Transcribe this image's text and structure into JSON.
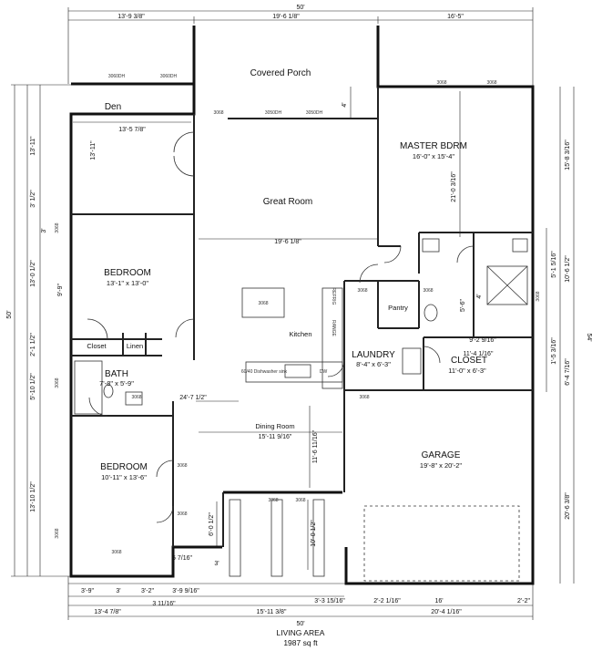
{
  "rooms": {
    "covered_porch": "Covered Porch",
    "den": "Den",
    "great_room": "Great Room",
    "master": "MASTER BDRM",
    "master_size": "16'-0\" x 15'-4\"",
    "bedroom1": "BEDROOM",
    "bedroom1_size": "13'-1\" x 13'-0\"",
    "kitchen": "Kitchen",
    "pantry": "Pantry",
    "laundry": "LAUNDRY",
    "laundry_size": "8'-4\" x 6'-3\"",
    "closet_big": "CLOSET",
    "closet_big_size": "11'-0\" x 6'-3\"",
    "closet_small": "Closet",
    "linen": "Linen",
    "bath": "BATH",
    "bath_size": "7'-8\" x 5'-9\"",
    "dining": "Dining Room",
    "garage": "GARAGE",
    "garage_size": "19'-8\" x 20'-2\"",
    "bedroom2": "BEDROOM",
    "bedroom2_size": "10'-11\" x 13'-6\""
  },
  "dims": {
    "overall_top": "50'",
    "top_a": "13'-9 3/8\"",
    "top_b": "19'-6 1/8\"",
    "top_c": "16'-5\"",
    "den_w": "13'-5 7/8\"",
    "den_h": "13'-11\"",
    "porch_d": "4'",
    "great_w": "19'-6 1/8\"",
    "master_d": "21'-0 3/16\"",
    "right_1": "15'-8 3/16\"",
    "right_2": "10'-6 1/2\"",
    "right_3": "5'-1 5/16\"",
    "right_4": "1'-5 3/16\"",
    "right_5": "6'-4 7/16\"",
    "right_6": "20'-6 3/8\"",
    "right_total": "54'",
    "left_1": "13'-11\"",
    "left_2": "3' 1/2\"",
    "left_3": "13'-0 1/2\"",
    "left_4": "2'-1 1/2\"",
    "left_5": "5'-10 1/2\"",
    "left_6": "13'-10 1/2\"",
    "left_total": "50'",
    "left_inner_3": "3'",
    "bed1_h": "9'-9\"",
    "bath_lbl": "24'-7 1/2\"",
    "dining_w": "15'-11 9/16\"",
    "dining_h": "11'-6 11/16\"",
    "closet_w": "11'-4 1/16\"",
    "closet_a": "9'-2 9/16\"",
    "pantry_r": "5'-6\"",
    "m_4": "4'",
    "entry_h": "6'-0 1/2\"",
    "entry_d": "10'-0 1/2\"",
    "b_5716": "5 7/16\"",
    "b_3": "3'",
    "b1": "3'-9\"",
    "b2": "3'",
    "b3": "3'-2\"",
    "b4": "3'-9 9/16\"",
    "b5": "3'-3 15/16\"",
    "b6": "2'-2 1/16\"",
    "b7": "16'",
    "b8": "2'-2\"",
    "c1": "13'-4 7/8\"",
    "c2": "3 11/16\"",
    "c3": "15'-11 3/8\"",
    "c4": "20'-4 1/16\"",
    "overall_bottom": "50'"
  },
  "labels": {
    "w1": "3060DH",
    "w2": "3060DH",
    "w3": "3050DH",
    "w4": "3050DH",
    "w5": "3068",
    "w6": "3068",
    "w7": "3068",
    "w8": "3068",
    "w9": "3068",
    "w10": "3068",
    "w11": "3068",
    "w12": "3068",
    "w13": "3068",
    "w14": "3068",
    "w15": "3068",
    "w16": "3068",
    "w17": "3068",
    "w18": "3068",
    "w19": "3068",
    "w20": "3068",
    "island": "3068",
    "sink": "60/40 Dishwasher sink",
    "fridge": "REFRIG",
    "range": "RANGE",
    "dw": "DW"
  },
  "footer": {
    "title": "LIVING AREA",
    "area": "1987 sq ft"
  }
}
